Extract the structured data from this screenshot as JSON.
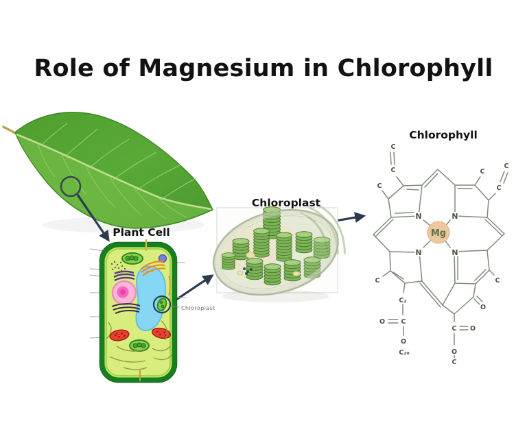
{
  "title": "Role of Magnesium in Chlorophyll",
  "sections": {
    "plant_cell_label": "Plant Cell",
    "chloroplast_heading": "Chloroplast",
    "chlorophyll_heading": "Chlorophyll",
    "cell_callout": "Chloroplast"
  },
  "molecule": {
    "center_label": "Mg",
    "atoms": [
      "C",
      "C",
      "C",
      "C",
      "C",
      "C",
      "N",
      "N",
      "N",
      "N",
      "C",
      "C",
      "C₂",
      "O",
      "C",
      "O",
      "C₂₀",
      "C",
      "O",
      "O",
      "C",
      "O"
    ]
  },
  "colors": {
    "background": "#ffffff",
    "title_text": "#121212",
    "arrow": "#2c3a4e",
    "leaf_green": "#55a434",
    "leaf_light_green": "#7cc24b",
    "cell_wall_green": "#168021",
    "cytoplasm": "#cfe668",
    "vacuole_blue": "#86d7f4",
    "nucleus_pink": "#f9b6d6",
    "nucleolus_magenta": "#f268bd",
    "mitochondria_red": "#e8402e",
    "chloroplast_green": "#7db457",
    "mg_circle": "#ecc79f",
    "structure_line": "#7d8b78"
  }
}
